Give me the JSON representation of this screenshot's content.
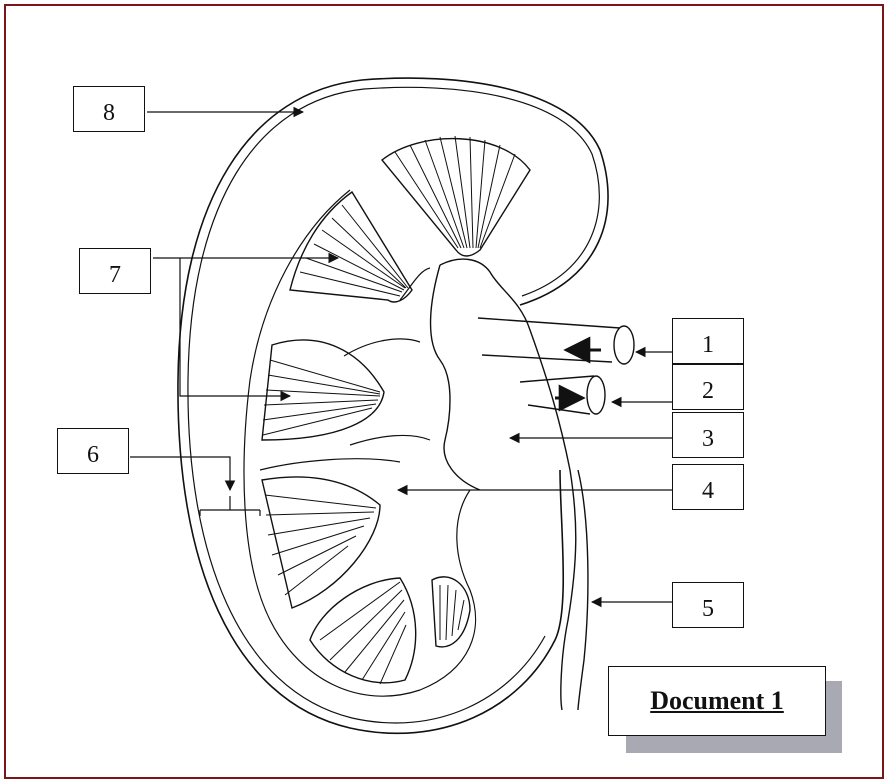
{
  "labels": {
    "n1": "1",
    "n2": "2",
    "n3": "3",
    "n4": "4",
    "n5": "5",
    "n6": "6",
    "n7": "7",
    "n8": "8"
  },
  "caption": "Document 1",
  "colors": {
    "frame": "#7a1518",
    "ink": "#111111",
    "shadow": "#a9a9b3"
  }
}
